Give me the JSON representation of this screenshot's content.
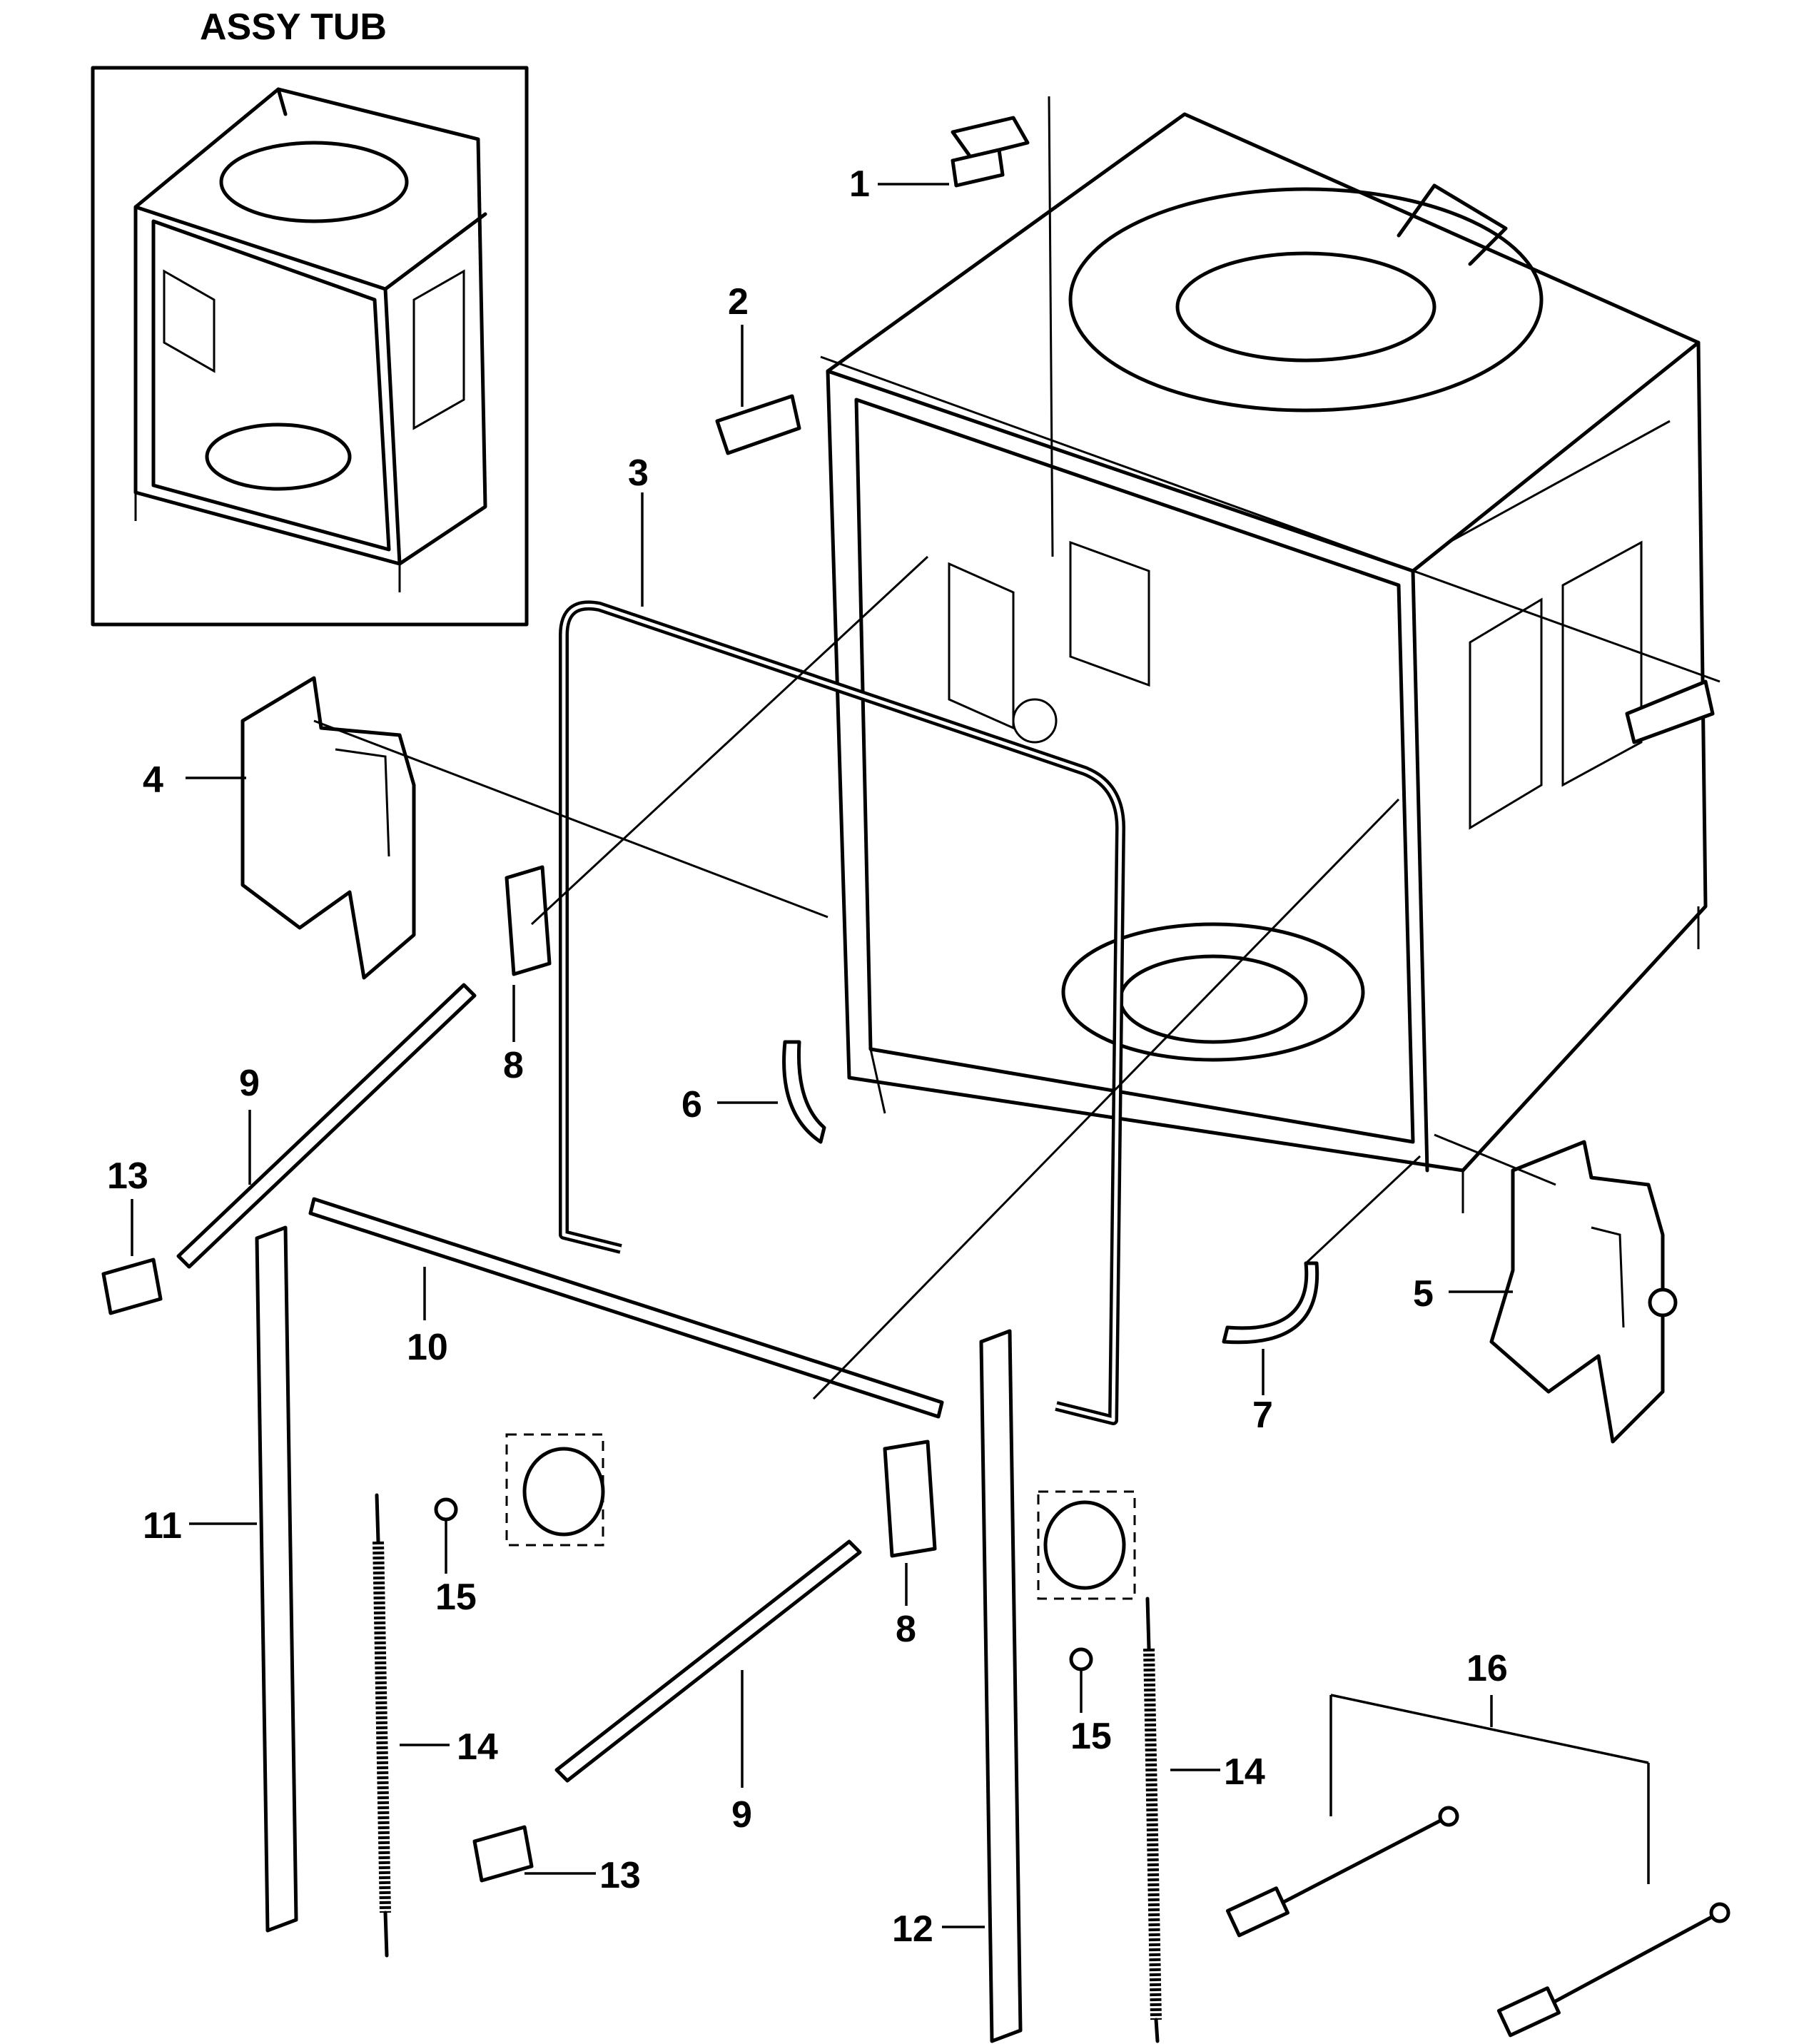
{
  "title": "ASSY TUB",
  "callouts": {
    "c1": "1",
    "c2": "2",
    "c3": "3",
    "c4": "4",
    "c5": "5",
    "c6": "6",
    "c7": "7",
    "c8a": "8",
    "c8b": "8",
    "c9a": "9",
    "c9b": "9",
    "c10": "10",
    "c11": "11",
    "c12": "12",
    "c13a": "13",
    "c13b": "13",
    "c14a": "14",
    "c14b": "14",
    "c15a": "15",
    "c15b": "15",
    "c16": "16"
  }
}
